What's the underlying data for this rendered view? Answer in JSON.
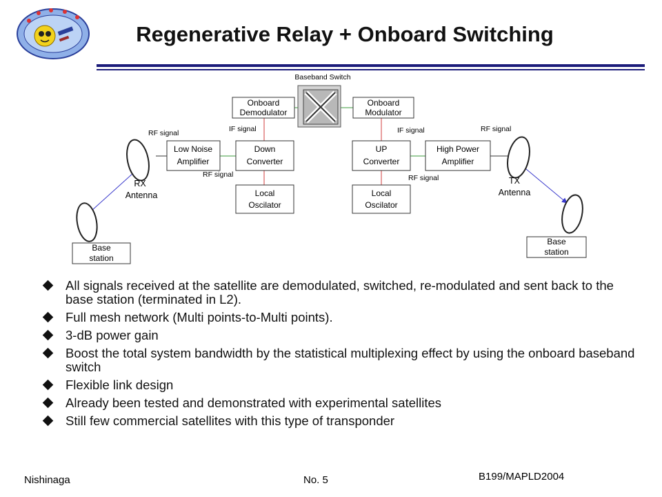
{
  "title": "Regenerative Relay + Onboard Switching",
  "diagram": {
    "baseband_switch": "Baseband Switch",
    "onboard_demodulator": [
      "Onboard",
      "Demodulator"
    ],
    "onboard_modulator": [
      "Onboard",
      "Modulator"
    ],
    "low_noise_amplifier": [
      "Low Noise",
      "Amplifier"
    ],
    "down_converter": [
      "Down",
      "Converter"
    ],
    "up_converter": [
      "UP",
      "Converter"
    ],
    "high_power_amplifier": [
      "High Power",
      "Amplifier"
    ],
    "local_oscillator_left": [
      "Local",
      "Oscilator"
    ],
    "local_oscillator_right": [
      "Local",
      "Oscilator"
    ],
    "base_station_left": [
      "Base",
      "station"
    ],
    "base_station_right": [
      "Base",
      "station"
    ],
    "rx_antenna": [
      "RX",
      "Antenna"
    ],
    "tx_antenna": [
      "TX",
      "Antenna"
    ],
    "rf_signal": "RF signal",
    "if_signal": "IF signal"
  },
  "bullets": [
    "All signals received at the satellite are demodulated, switched, re-modulated and sent back to the base station (terminated in L2).",
    "Full mesh network (Multi points-to-Multi points).",
    "3-dB power gain",
    "Boost the total system bandwidth by the statistical multiplexing effect by using the onboard baseband switch",
    "Flexible link design",
    "Already been tested and demonstrated with experimental satellites",
    "Still few commercial satellites with this type of transponder"
  ],
  "footer": {
    "author": "Nishinaga",
    "slide_number": "No. 5",
    "reference": "B199/MAPLD2004"
  }
}
